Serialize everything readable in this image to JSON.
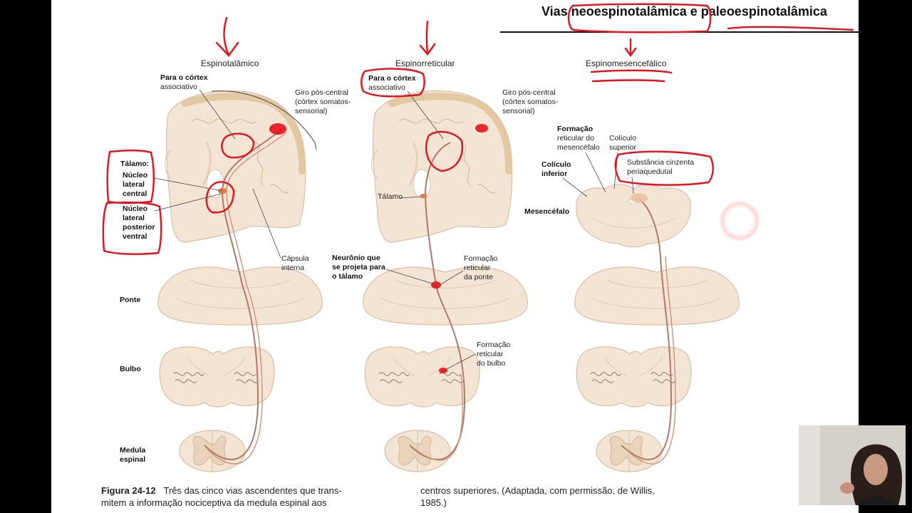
{
  "slide_title": {
    "pre": "Vias ",
    "word1": "neoespinotalâmica",
    "mid": " e ",
    "word2": "paleoespinotalâmica"
  },
  "columns": {
    "col1": "Espinotalâmico",
    "col2": "Espinorreticular",
    "col3": "Espinomesencefálico"
  },
  "labels": {
    "cortex_assoc_1a": "Para o córtex",
    "cortex_assoc_1b": "associativo",
    "giro_1a": "Giro pós-central",
    "giro_1b": "(córtex somatos-",
    "giro_1c": "sensorial)",
    "talamo_title": "Tálamo:",
    "nlc_1": "Núcleo",
    "nlc_2": "lateral",
    "nlc_3": "central",
    "nlpv_1": "Núcleo",
    "nlpv_2": "lateral",
    "nlpv_3": "posterior",
    "nlpv_4": "ventral",
    "capsula_1": "Cápsula",
    "capsula_2": "interna",
    "ponte": "Ponte",
    "bulbo": "Bulbo",
    "medula_1": "Medula",
    "medula_2": "espinal",
    "cortex_assoc_2a": "Para o córtex",
    "cortex_assoc_2b": "associativo",
    "giro_2a": "Giro pós-central",
    "giro_2b": "(córtex somatos-",
    "giro_2c": "sensorial)",
    "talamo_2": "Tálamo",
    "neuronio_1": "Neurônio que",
    "neuronio_2": "se projeta para",
    "neuronio_3": "o tálamo",
    "frp_1": "Formação",
    "frp_2": "reticular",
    "frp_3": "da ponte",
    "frb_1": "Formação",
    "frb_2": "reticular",
    "frb_3": "do bulbo",
    "frm_1": "Formação",
    "frm_2": "reticular do",
    "frm_3": "mesencéfalo",
    "cs_1": "Colículo",
    "cs_2": "superior",
    "ci_1": "Colículo",
    "ci_2": "inferior",
    "scp_1": "Substância cinzenta",
    "scp_2": "periaquedutal",
    "mesencefalo": "Mesencéfalo"
  },
  "caption": {
    "figure_num": "Figura 24-12",
    "left_line1": "Três das cinco vias ascendentes que trans-",
    "left_line2": "mitem a informação nociceptiva da medula espinal aos",
    "right_line1": "centros superiores. (Adaptada, com permissão, de Willis,",
    "right_line2": "1985.)"
  },
  "colors": {
    "tissue": "#f4e4d4",
    "tissue_edge": "#d8bfa6",
    "cortex_band": "#dfc49a",
    "pathway": "#b07a66",
    "annotation_red": "#e8101a",
    "slide_bg": "#ffffff",
    "frame_bg": "#000000"
  }
}
